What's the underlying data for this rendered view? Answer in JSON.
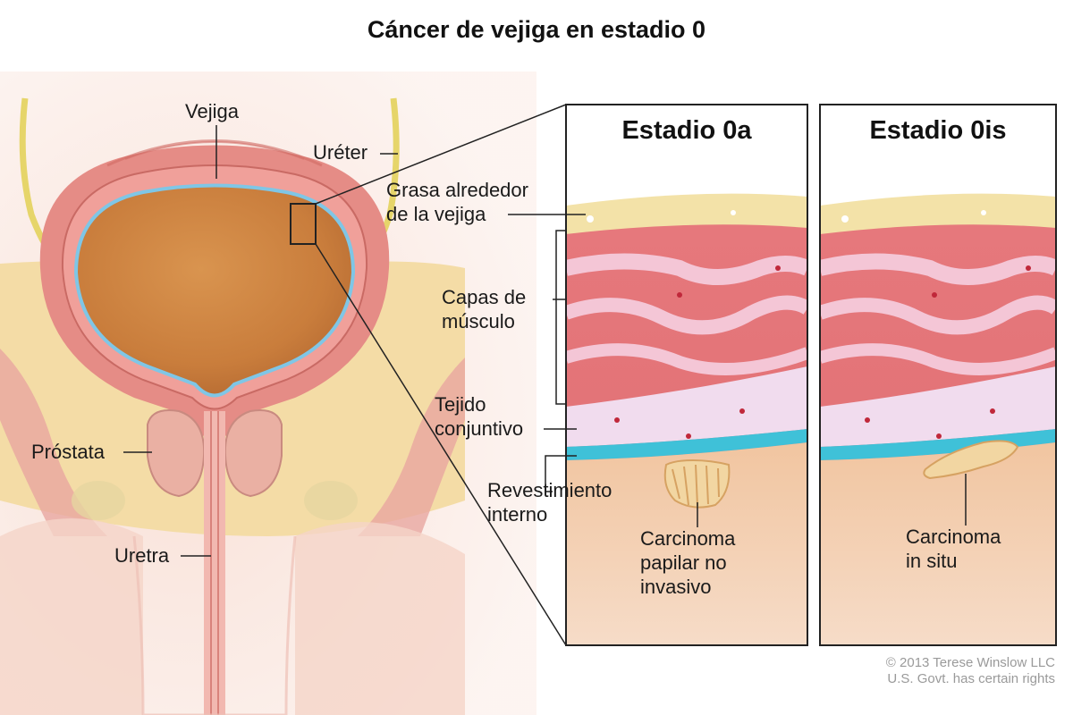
{
  "title": "Cáncer de vejiga en estadio 0",
  "panels": {
    "left_title": "Estadio 0a",
    "right_title": "Estadio 0is"
  },
  "labels": {
    "vejiga": "Vejiga",
    "ureter": "Uréter",
    "grasa_line1": "Grasa alrededor",
    "grasa_line2": "de la vejiga",
    "capas_line1": "Capas de",
    "capas_line2": "músculo",
    "tejido_line1": "Tejido",
    "tejido_line2": "conjuntivo",
    "revestimiento_line1": "Revestimiento",
    "revestimiento_line2": "interno",
    "prostata": "Próstata",
    "uretra": "Uretra",
    "papilar_line1": "Carcinoma",
    "papilar_line2": "papilar no",
    "papilar_line3": "invasivo",
    "situ_line1": "Carcinoma",
    "situ_line2": "in situ"
  },
  "credit": {
    "line1": "© 2013 Terese Winslow LLC",
    "line2": "U.S. Govt. has certain rights"
  }
}
